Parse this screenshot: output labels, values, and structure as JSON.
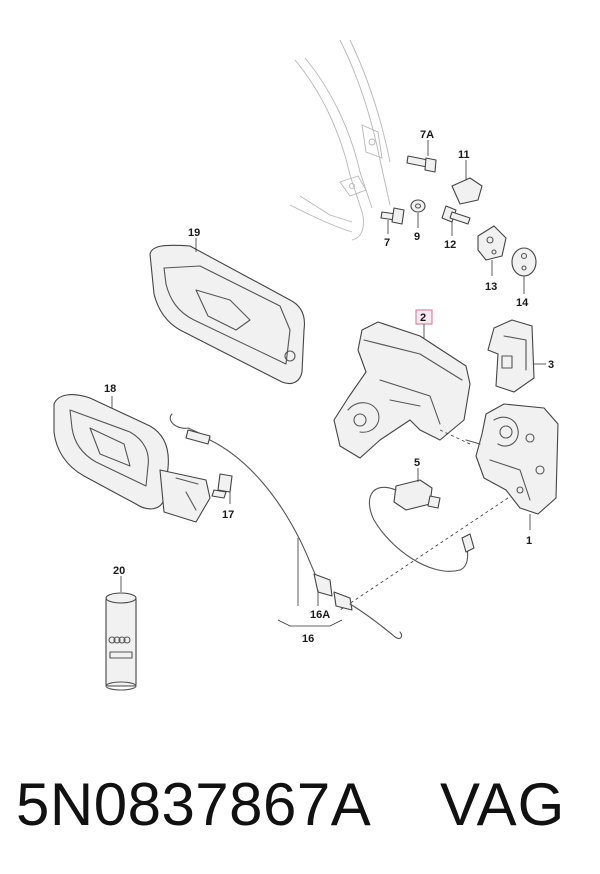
{
  "callouts": {
    "c1": "1",
    "c2": "2",
    "c3": "3",
    "c5": "5",
    "c7": "7",
    "c7a": "7A",
    "c9": "9",
    "c11": "11",
    "c12": "12",
    "c13": "13",
    "c14": "14",
    "c16": "16",
    "c16a": "16A",
    "c17": "17",
    "c18": "18",
    "c19": "19",
    "c20": "20"
  },
  "caption": {
    "part_number": "5N0837867A",
    "brand": "VAG"
  },
  "colors": {
    "highlight_fill": "#fbe9ef",
    "highlight_stroke": "#d0708f"
  }
}
